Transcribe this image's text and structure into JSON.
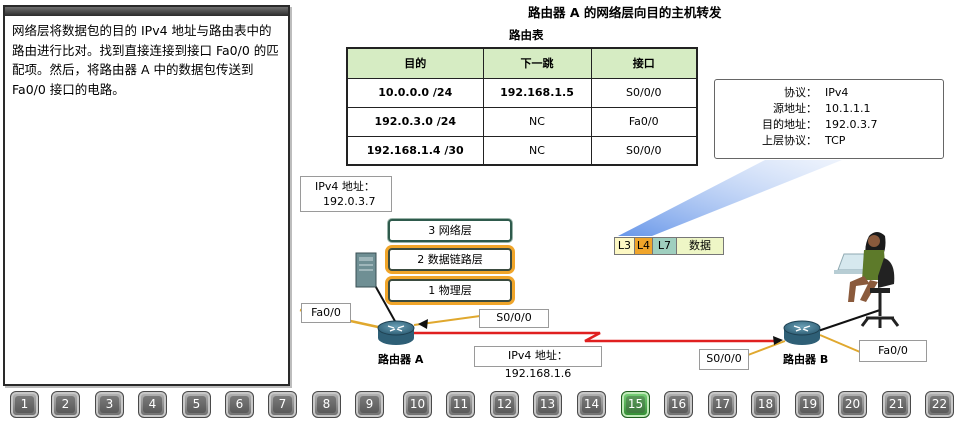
{
  "title": "路由器 A 的网络层向目的主机转发",
  "description": "网络层将数据包的目的 IPv4 地址与路由表中的路由进行比对。找到直接连接到接口 Fa0/0 的匹配项。然后，将路由器 A 中的数据包传送到 Fa0/0 接口的电路。",
  "routing_table": {
    "caption": "路由表",
    "headers": [
      "目的",
      "下一跳",
      "接口"
    ],
    "rows": [
      [
        "10.0.0.0 /24",
        "192.168.1.5",
        "S0/0/0"
      ],
      [
        "192.0.3.0 /24",
        "NC",
        "Fa0/0"
      ],
      [
        "192.168.1.4 /30",
        "NC",
        "S0/0/0"
      ]
    ]
  },
  "packet_header": [
    {
      "key": "协议：",
      "value": "IPv4"
    },
    {
      "key": "源地址：",
      "value": "10.1.1.1"
    },
    {
      "key": "目的地址：",
      "value": "192.0.3.7"
    },
    {
      "key": "上层协议：",
      "value": "TCP"
    }
  ],
  "host_ip": {
    "line1": "IPv4 地址：",
    "line2": "192.0.3.7"
  },
  "layers": [
    "3 网络层",
    "2 数据链路层",
    "1 物理层"
  ],
  "packet": [
    "L3",
    "L4",
    "L7",
    "数据"
  ],
  "labels": {
    "fa0_a": "Fa0/0",
    "s000_a": "S0/0/0",
    "link_ip": "IPv4 地址：192.168.1.6",
    "s000_b": "S0/0/0",
    "fa0_b": "Fa0/0",
    "router_a": "路由器 A",
    "router_b": "路由器 B"
  },
  "colors": {
    "table_header": "#d6ecc3",
    "serial_link": "#e02020",
    "highlight": "#f0a52a",
    "active_step": "#3fae3f"
  },
  "nav": {
    "steps": [
      "1",
      "2",
      "3",
      "4",
      "5",
      "6",
      "7",
      "8",
      "9",
      "10",
      "11",
      "12",
      "13",
      "14",
      "15",
      "16",
      "17",
      "18",
      "19",
      "20",
      "21",
      "22"
    ],
    "active": "15"
  }
}
